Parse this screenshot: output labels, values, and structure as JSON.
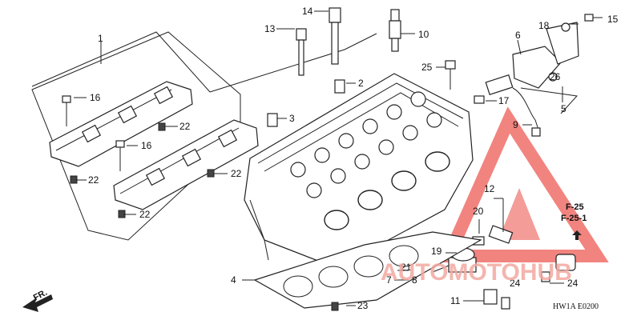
{
  "diagram": {
    "callouts": [
      "1",
      "2",
      "3",
      "4",
      "5",
      "6",
      "7",
      "8",
      "9",
      "10",
      "11",
      "12",
      "13",
      "14",
      "15",
      "16",
      "16",
      "17",
      "18",
      "19",
      "20",
      "21",
      "22",
      "22",
      "22",
      "22",
      "23",
      "24",
      "24",
      "25",
      "26"
    ],
    "section_refs": [
      "F-25",
      "F-25-1"
    ],
    "direction_label": "FR.",
    "footer_code": "HW1A  E0200",
    "watermark": "AUTOMOTOHUB",
    "accent_color": "#e8322a"
  }
}
